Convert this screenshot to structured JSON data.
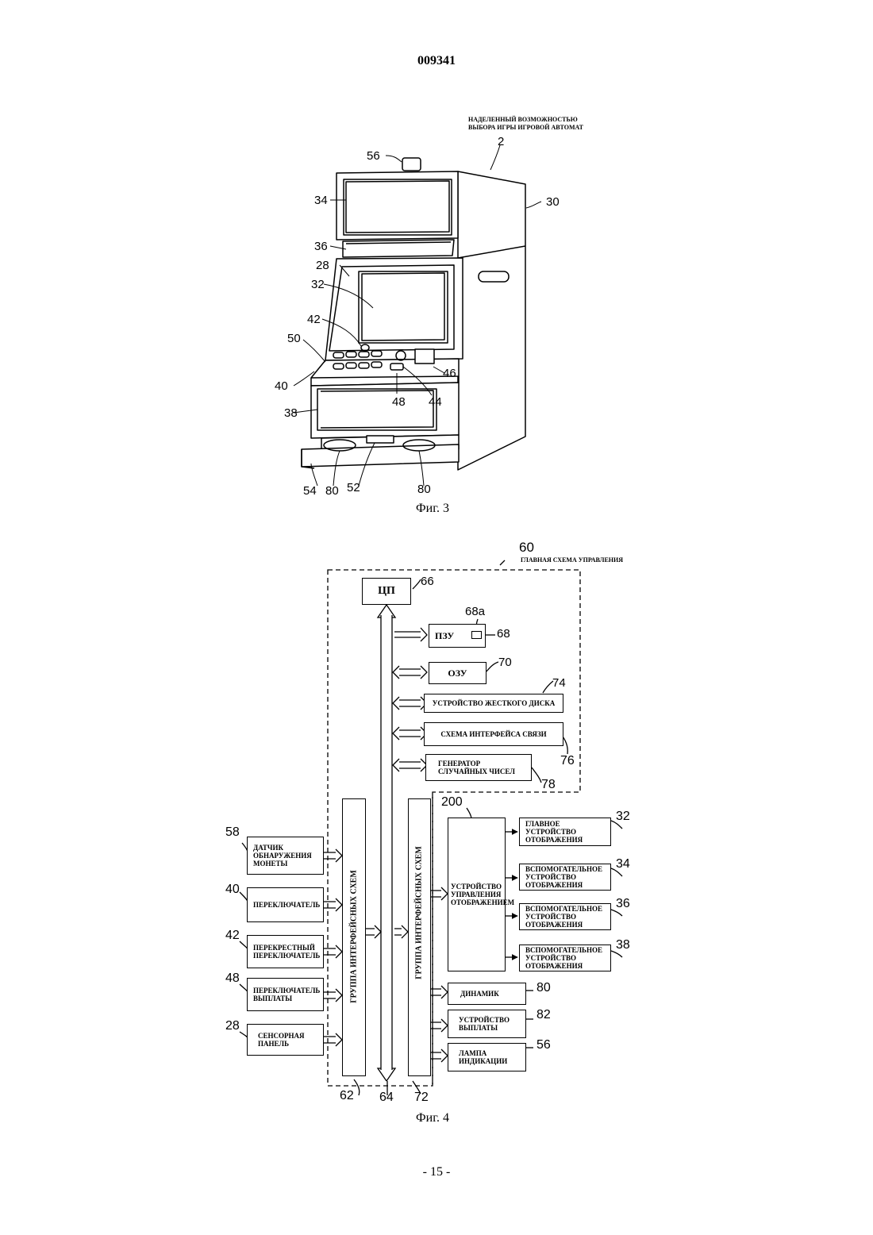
{
  "header": {
    "doc_number": "009341"
  },
  "fig3": {
    "caption": "Фиг. 3",
    "title_lines": [
      "НАДЕЛЕННЫЙ ВОЗМОЖНОСТЬЮ",
      "ВЫБОРА ИГРЫ ИГРОВОЙ АВТОМАТ"
    ],
    "refs": [
      "2",
      "56",
      "30",
      "34",
      "36",
      "28",
      "32",
      "42",
      "50",
      "40",
      "46",
      "48",
      "44",
      "38",
      "54",
      "80",
      "52",
      "80"
    ]
  },
  "fig4": {
    "caption": "Фиг. 4",
    "title_number": "60",
    "title": "ГЛАВНАЯ СХЕМА УПРАВЛЕНИЯ",
    "cpu": "ЦП",
    "rom": "ПЗУ",
    "ram": "ОЗУ",
    "hdd": "УСТРОЙСТВО ЖЕСТКОГО ДИСКА",
    "comm": "СХЕМА ИНТЕРФЕЙСА СВЯЗИ",
    "rng": [
      "ГЕНЕРАТОР",
      "СЛУЧАЙНЫХ ЧИСЕЛ"
    ],
    "if_group_left": "ГРУППА ИНТЕРФЕЙСНЫХ СХЕМ",
    "if_group_right": "ГРУППА ИНТЕРФЕЙСНЫХ СХЕМ",
    "inputs": [
      {
        "ref": "58",
        "lines": [
          "ДАТЧИК",
          "ОБНАРУЖЕНИЯ",
          "МОНЕТЫ"
        ]
      },
      {
        "ref": "40",
        "lines": [
          "ПЕРЕКЛЮЧАТЕЛЬ"
        ]
      },
      {
        "ref": "42",
        "lines": [
          "ПЕРЕКРЕСТНЫЙ",
          "ПЕРЕКЛЮЧАТЕЛЬ"
        ]
      },
      {
        "ref": "48",
        "lines": [
          "ПЕРЕКЛЮЧАТЕЛЬ",
          "ВЫПЛАТЫ"
        ]
      },
      {
        "ref": "28",
        "lines": [
          "СЕНСОРНАЯ",
          "ПАНЕЛЬ"
        ]
      }
    ],
    "display_ctrl": {
      "ref": "200",
      "lines": [
        "УСТРОЙСТВО",
        "УПРАВЛЕНИЯ",
        "ОТОБРАЖЕНИЕМ"
      ]
    },
    "displays": [
      {
        "ref": "32",
        "lines": [
          "ГЛАВНОЕ",
          "УСТРОЙСТВО",
          "ОТОБРАЖЕНИЯ"
        ]
      },
      {
        "ref": "34",
        "lines": [
          "ВСПОМОГАТЕЛЬНОЕ",
          "УСТРОЙСТВО",
          "ОТОБРАЖЕНИЯ"
        ]
      },
      {
        "ref": "36",
        "lines": [
          "ВСПОМОГАТЕЛЬНОЕ",
          "УСТРОЙСТВО",
          "ОТОБРАЖЕНИЯ"
        ]
      },
      {
        "ref": "38",
        "lines": [
          "ВСПОМОГАТЕЛЬНОЕ",
          "УСТРОЙСТВО",
          "ОТОБРАЖЕНИЯ"
        ]
      }
    ],
    "outputs": [
      {
        "ref": "80",
        "lines": [
          "ДИНАМИК"
        ]
      },
      {
        "ref": "82",
        "lines": [
          "УСТРОЙСТВО",
          "ВЫПЛАТЫ"
        ]
      },
      {
        "ref": "56",
        "lines": [
          "ЛАМПА",
          "ИНДИКАЦИИ"
        ]
      }
    ],
    "refs": {
      "cpu": "66",
      "rom_sub": "68a",
      "rom": "68",
      "ram": "70",
      "hdd": "74",
      "comm": "76",
      "rng": "78",
      "if_left": "62",
      "bus": "64",
      "if_right": "72"
    }
  },
  "footer": {
    "page": "- 15 -"
  }
}
